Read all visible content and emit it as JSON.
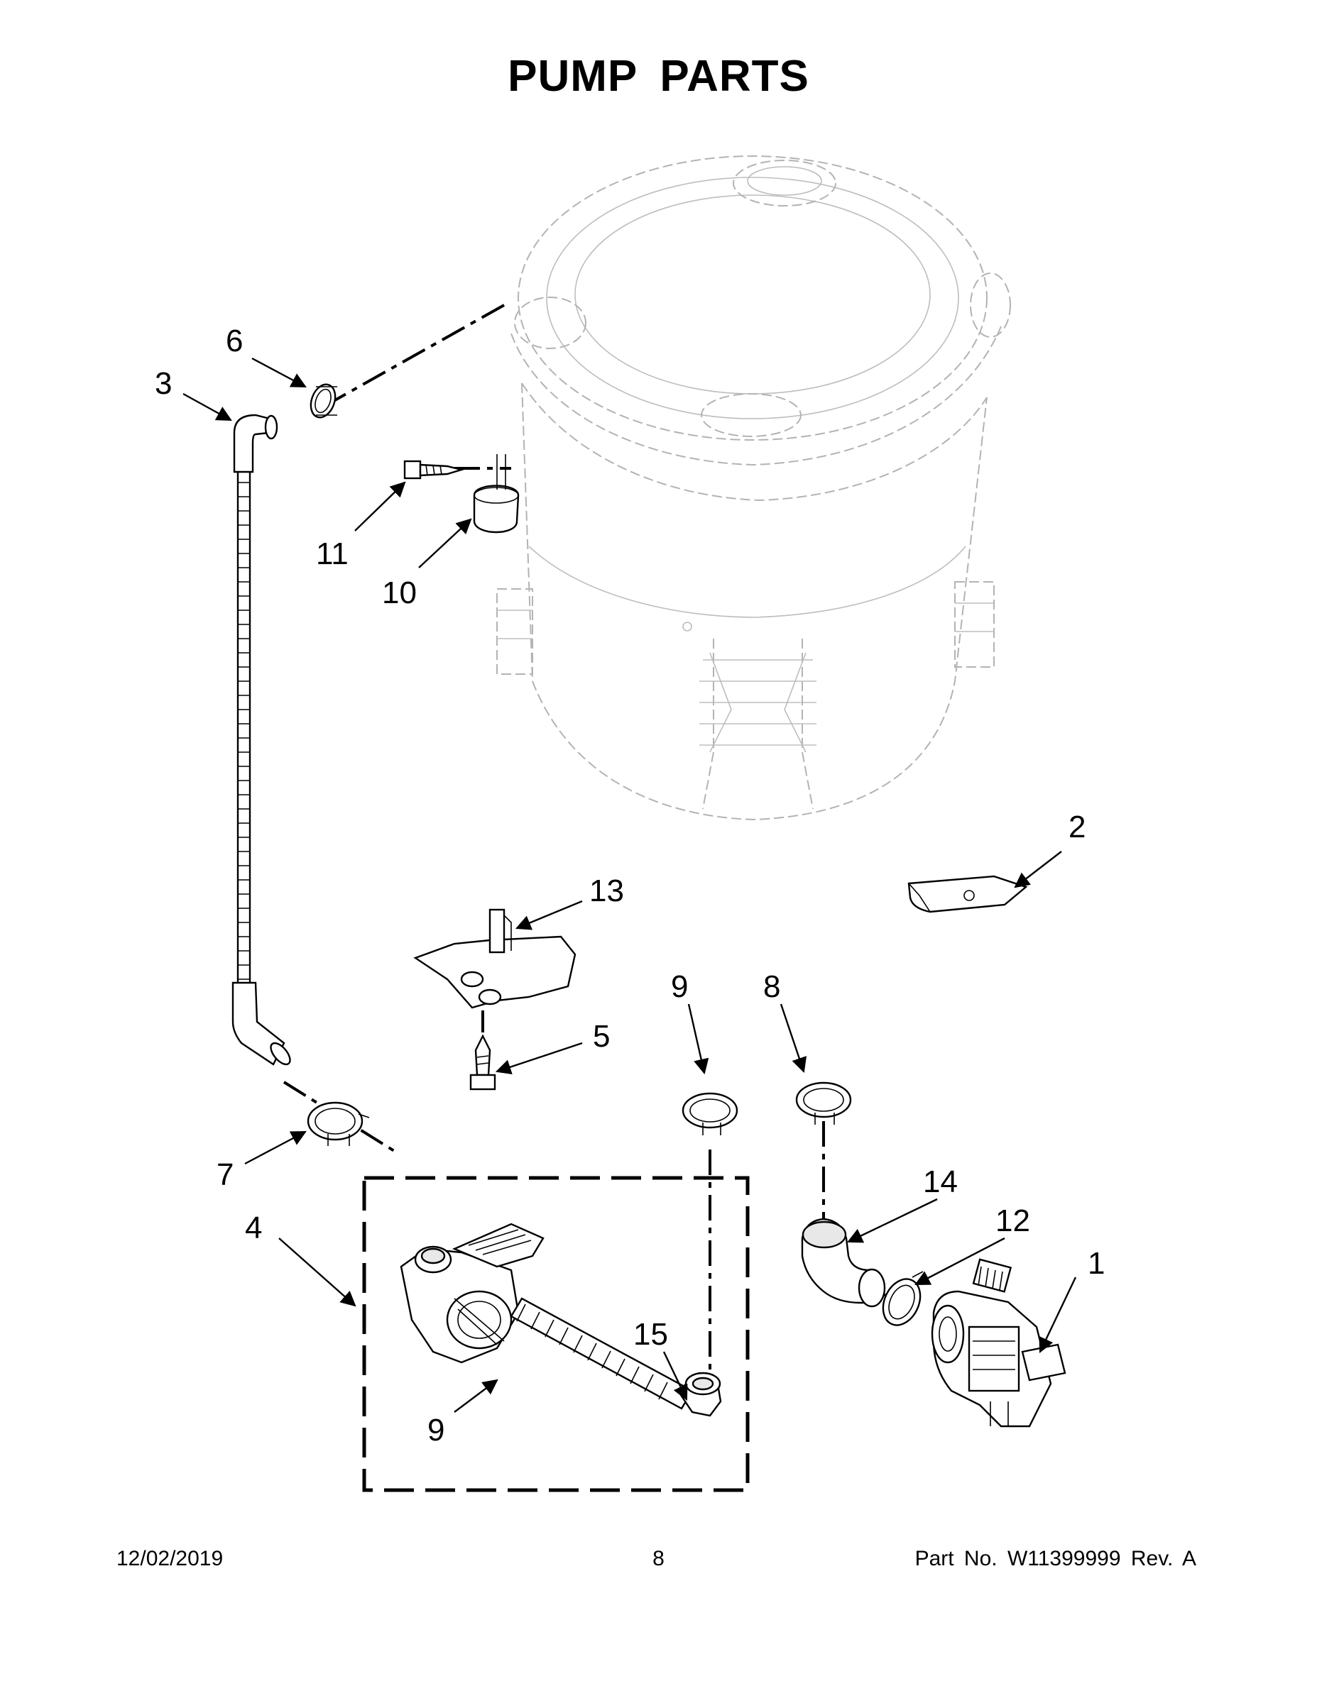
{
  "title": "PUMP PARTS",
  "callouts": {
    "c1": "1",
    "c2": "2",
    "c3": "3",
    "c4": "4",
    "c5": "5",
    "c6": "6",
    "c7": "7",
    "c8": "8",
    "c9a": "9",
    "c9b": "9",
    "c10": "10",
    "c11": "11",
    "c12": "12",
    "c13": "13",
    "c14": "14",
    "c15": "15"
  },
  "footer": {
    "date": "12/02/2019",
    "page": "8",
    "part_number": "Part No.  W11399999  Rev.  A"
  }
}
